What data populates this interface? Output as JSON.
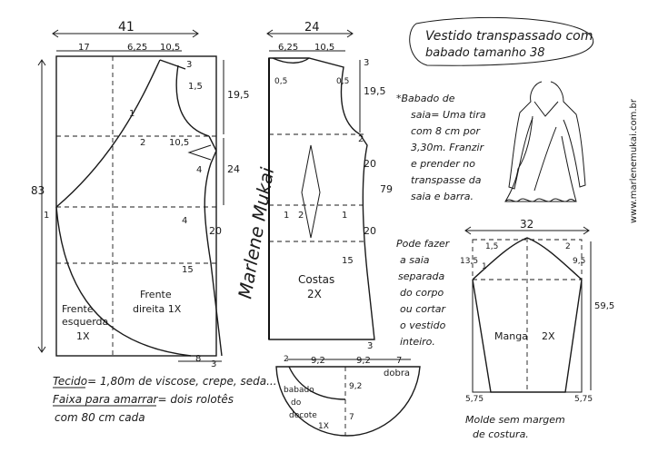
{
  "title": {
    "line1": "Vestido transpassado com",
    "line2": "babado tamanho 38"
  },
  "website": "www.marlenemukai.com.br",
  "signature": "Marlene Mukai",
  "front": {
    "top_width": "41",
    "seg_a": "17",
    "seg_b": "6,25",
    "seg_c": "10,5",
    "length": "83",
    "v_19_5": "19,5",
    "v_24": "24",
    "v_20": "20",
    "v_15": "15",
    "v_1_5": "1,5",
    "v_3": "3",
    "h_10_5": "10,5",
    "n1": "1",
    "n2": "2",
    "n4a": "4",
    "n4b": "4",
    "n8": "8",
    "n3b": "3",
    "left_label_1": "Frente",
    "left_label_2": "esquerda",
    "left_label_3": "1X",
    "right_label_1": "Frente",
    "right_label_2": "direita 1X"
  },
  "back": {
    "top_width": "24",
    "seg_a": "6,25",
    "seg_b": "10,5",
    "v_19_5": "19,5",
    "v_20a": "20",
    "v_20b": "20",
    "v_79": "79",
    "v_15": "15",
    "v_0_5a": "0,5",
    "v_0_5b": "0,5",
    "v_3": "3",
    "v_2": "2",
    "n1a": "1",
    "n2": "2",
    "n1b": "1",
    "n3b": "3",
    "label_1": "Costas",
    "label_2": "2X"
  },
  "ruffle_note": {
    "line1": "*Babado de",
    "line2": "saia= Uma tira",
    "line3": "com 8 cm por",
    "line4": "3,30m. Franzir",
    "line5": "e prender no",
    "line6": "transpasse da",
    "line7": "saia e barra."
  },
  "sleeve": {
    "top_width": "32",
    "v_13_5": "13,5",
    "v_59_5": "59,5",
    "n1_5": "1,5",
    "n2": "2",
    "n9_5": "9,5",
    "n1": "1",
    "left_bottom": "5,75",
    "right_bottom": "5,75",
    "label_1": "Manga",
    "label_2": "2X"
  },
  "separate_note": {
    "line1": "Pode fazer",
    "line2": "a saia",
    "line3": "separada",
    "line4": "do corpo",
    "line5": "ou cortar",
    "line6": "o vestido",
    "line7": "inteiro."
  },
  "collar": {
    "n2": "2",
    "w1": "9,2",
    "w2": "9,2",
    "n7": "7",
    "fold": "dobra",
    "v_9_2": "9,2",
    "v_7": "7",
    "label_1": "babado",
    "label_2": "do",
    "label_3": "decote",
    "label_4": "1X"
  },
  "fabric": {
    "line1": "Tecido= 1,80m de viscose, crepe, seda...",
    "line2": "Faixa para amarrar= dois rolotês",
    "line3": "com 80 cm cada"
  },
  "margin_note": {
    "line1": "Molde sem margem",
    "line2": "de costura."
  }
}
